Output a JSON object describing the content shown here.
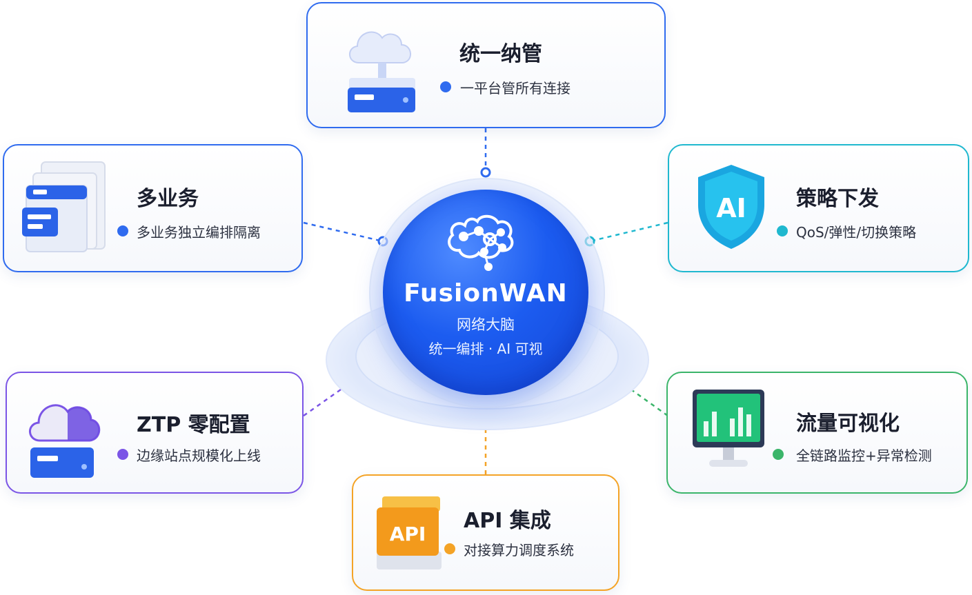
{
  "hub": {
    "name": "FusionWAN",
    "subtitle": "网络大脑",
    "tagline": "统一编排 · AI 可视",
    "icon": "brain-network-icon",
    "color": "#1c5cf0"
  },
  "cards": [
    {
      "id": "unified",
      "title": "统一纳管",
      "desc": "一平台管所有连接",
      "icon": "cloud-server-icon",
      "color": "#2f6bef"
    },
    {
      "id": "multi",
      "title": "多业务",
      "desc": "多业务独立编排隔离",
      "icon": "stacked-windows-icon",
      "color": "#2f6bef"
    },
    {
      "id": "policy",
      "title": "策略下发",
      "desc": "QoS/弹性/切换策略",
      "icon": "ai-shield-icon",
      "color": "#1fb8cf",
      "icon_text": "AI"
    },
    {
      "id": "ztp",
      "title": "ZTP 零配置",
      "desc": "边缘站点规模化上线",
      "icon": "cloud-device-icon",
      "color": "#7b55e6"
    },
    {
      "id": "traffic",
      "title": "流量可视化",
      "desc": "全链路监控+异常检测",
      "icon": "monitor-chart-icon",
      "color": "#3bb56a"
    },
    {
      "id": "api",
      "title": "API 集成",
      "desc": "对接算力调度系统",
      "icon": "api-block-icon",
      "color": "#f4a326",
      "icon_text": "API"
    }
  ]
}
